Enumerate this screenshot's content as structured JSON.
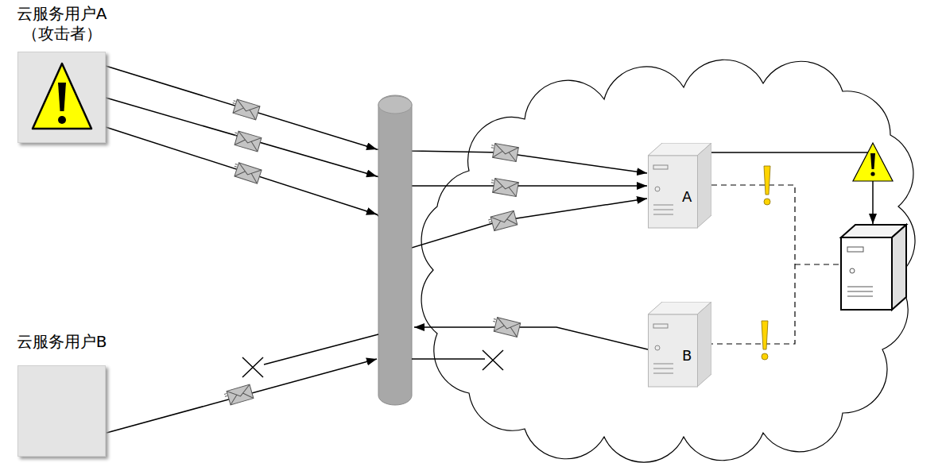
{
  "diagram": {
    "nodes": [
      {
        "text": [
          "云服务用户A （攻击者）"
        ]
      },
      {
        "text": [
          "A"
        ]
      },
      {
        "text": [
          "云服务用户B"
        ]
      },
      {
        "text": [
          "B"
        ]
      }
    ],
    "edges": [
      {
        "from": 0,
        "to": 1,
        "arrow": "to"
      },
      {
        "from": 0,
        "to": 1,
        "arrow": "to"
      },
      {
        "from": 0,
        "to": 1,
        "arrow": "to"
      }
    ]
  }
}
